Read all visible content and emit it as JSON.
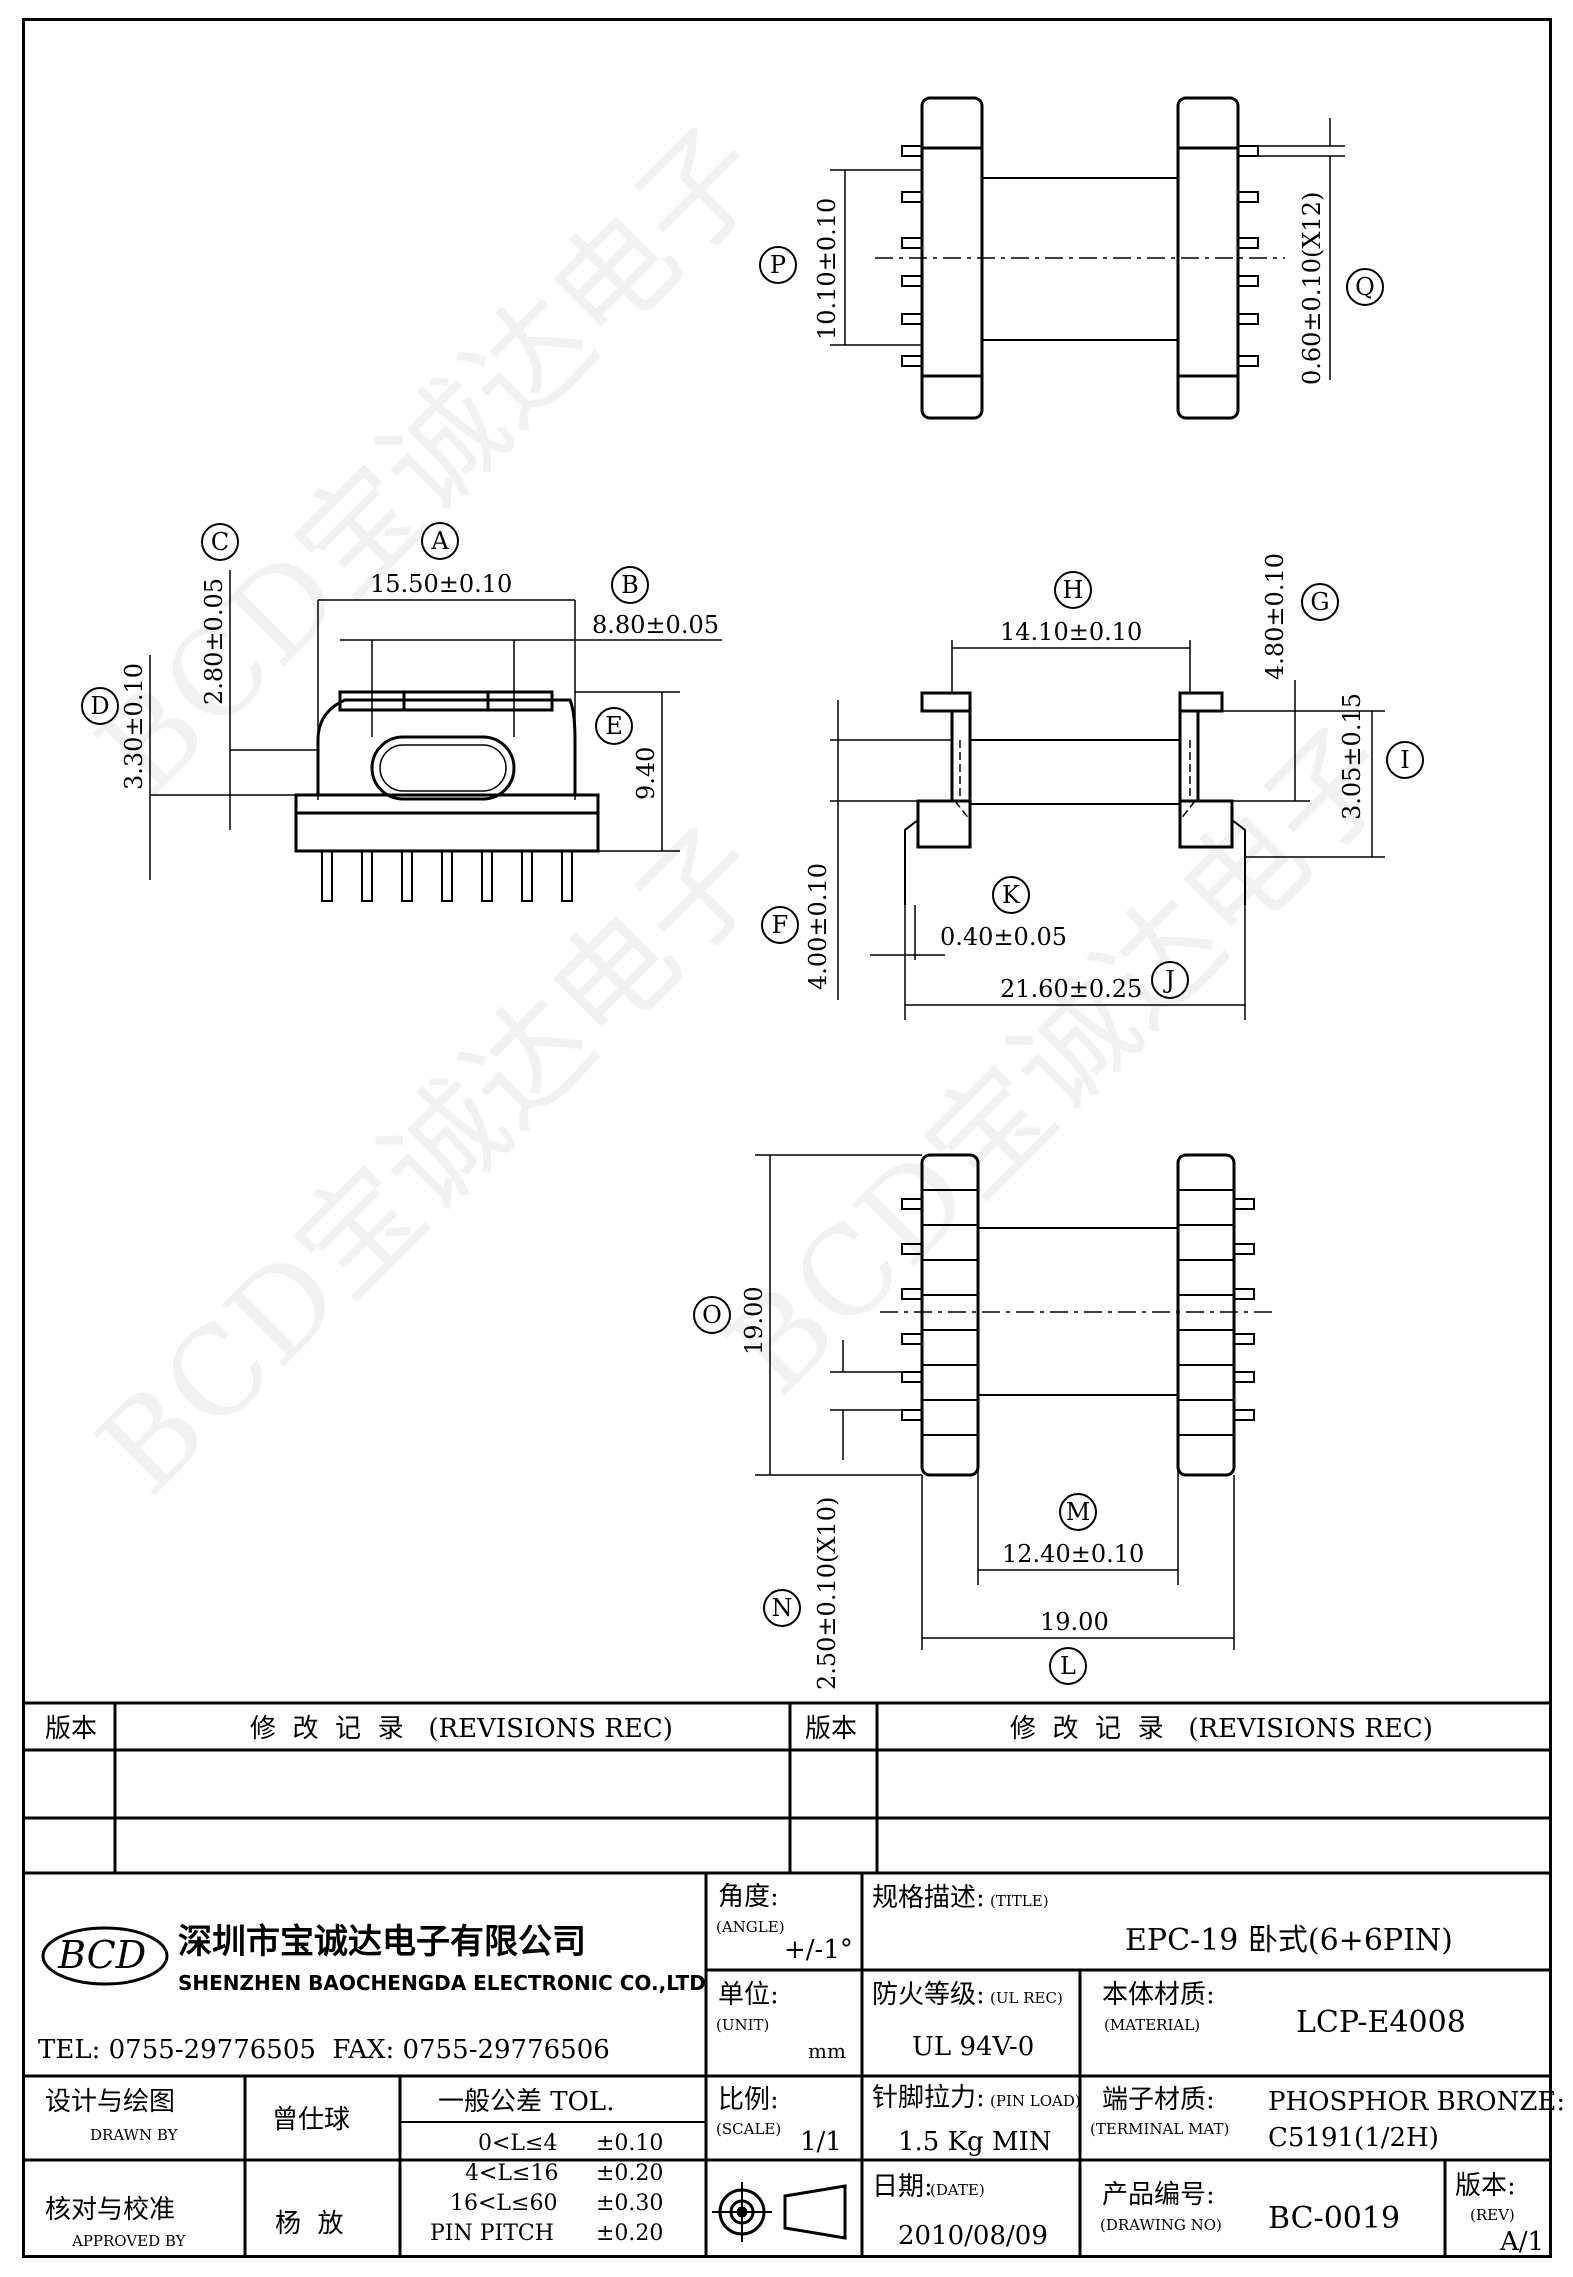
{
  "drawing": {
    "top_view": {
      "P": {
        "label": "P",
        "value": "10.10±0.10"
      },
      "Q": {
        "label": "Q",
        "value": "0.60±0.10(X12)"
      }
    },
    "front_view": {
      "A": {
        "label": "A",
        "value": "15.50±0.10"
      },
      "B": {
        "label": "B",
        "value": "8.80±0.05"
      },
      "C": {
        "label": "C",
        "value": "2.80±0.05"
      },
      "D": {
        "label": "D",
        "value": "3.30±0.10"
      },
      "E": {
        "label": "E",
        "value": "9.40"
      }
    },
    "side_view": {
      "H": {
        "label": "H",
        "value": "14.10±0.10"
      },
      "G": {
        "label": "G",
        "value": "4.80±0.10"
      },
      "I": {
        "label": "I",
        "value": "3.05±0.15"
      },
      "F": {
        "label": "F",
        "value": "4.00±0.10"
      },
      "K": {
        "label": "K",
        "value": "0.40±0.05"
      },
      "J": {
        "label": "J",
        "value": "21.60±0.25"
      }
    },
    "bottom_view": {
      "O": {
        "label": "O",
        "value": "19.00"
      },
      "M": {
        "label": "M",
        "value": "12.40±0.10"
      },
      "L": {
        "label": "L",
        "value": "19.00"
      },
      "N": {
        "label": "N",
        "value": "2.50±0.10(X10)"
      }
    }
  },
  "revisions": {
    "col_version": "版本",
    "col_record": "修  改  记  录   (REVISIONS REC)"
  },
  "title_block": {
    "logo_text": "BCD",
    "company_cn": "深圳市宝诚达电子有限公司",
    "company_en": "SHENZHEN BAOCHENGDA ELECTRONIC CO.,LTD",
    "contact": "TEL: 0755-29776505  FAX: 0755-29776506",
    "angle_label": "角度:",
    "angle_label_en": "(ANGLE)",
    "angle_value": "+/-1°",
    "title_label": "规格描述:",
    "title_label_en": "(TITLE)",
    "title_value": "EPC-19 卧式(6+6PIN)",
    "unit_label": "单位:",
    "unit_label_en": "(UNIT)",
    "unit_value": "mm",
    "ul_label": "防火等级:",
    "ul_label_en": "(UL REC)",
    "ul_value": "UL 94V-0",
    "material_label": "本体材质:",
    "material_label_en": "(MATERIAL)",
    "material_value": "LCP-E4008",
    "drawn_label": "设计与绘图",
    "drawn_label_en": "DRAWN BY",
    "drawn_value": "曾仕球",
    "tol_title": "一般公差 TOL.",
    "tol_rows": [
      {
        "range": "0<L≤4",
        "tol": "±0.10"
      },
      {
        "range": "4<L≤16",
        "tol": "±0.20"
      },
      {
        "range": "16<L≤60",
        "tol": "±0.30"
      },
      {
        "range": "PIN PITCH",
        "tol": "±0.20"
      }
    ],
    "scale_label": "比例:",
    "scale_label_en": "(SCALE)",
    "scale_value": "1/1",
    "pinload_label": "针脚拉力:",
    "pinload_label_en": "(PIN LOAD)",
    "pinload_value": "1.5 Kg MIN",
    "terminal_label": "端子材质:",
    "terminal_label_en": "(TERMINAL MAT)",
    "terminal_value_1": "PHOSPHOR BRONZE:",
    "terminal_value_2": "C5191(1/2H)",
    "approved_label": "核对与校准",
    "approved_label_en": "APPROVED BY",
    "approved_value": "杨  放",
    "date_label": "日期:",
    "date_label_en": "(DATE)",
    "date_value": "2010/08/09",
    "drawing_no_label": "产品编号:",
    "drawing_no_label_en": "(DRAWING NO)",
    "drawing_no_value": "BC-0019",
    "rev_label": "版本:",
    "rev_label_en": "(REV)",
    "rev_value": "A/1"
  }
}
